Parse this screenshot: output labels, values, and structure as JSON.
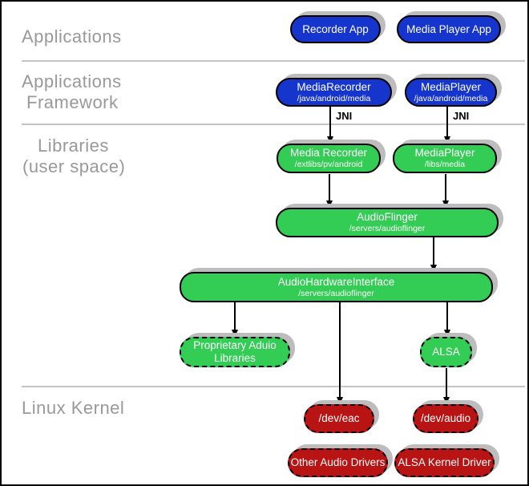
{
  "colors": {
    "blue": "#1535cc",
    "green": "#33cc55",
    "red": "#b81414",
    "shadow": "#bdbdbd",
    "divider": "#c4c4c4",
    "label": "#999999"
  },
  "layers": {
    "applications": "Applications",
    "framework_line1": "Applications",
    "framework_line2": "Framework",
    "libraries_line1": "Libraries",
    "libraries_line2": "(user space)",
    "kernel": "Linux Kernel"
  },
  "nodes": {
    "recorder_app": {
      "label": "Recorder App"
    },
    "media_player_app": {
      "label": "Media Player App"
    },
    "media_recorder_fw": {
      "label": "MediaRecorder",
      "sub": "/java/android/media"
    },
    "media_player_fw": {
      "label": "MediaPlayer",
      "sub": "/java/android/media"
    },
    "media_recorder_lib": {
      "label": "Media Recorder",
      "sub": "/extlibs/pv/android"
    },
    "media_player_lib": {
      "label": "MediaPlayer",
      "sub": "/libs/media"
    },
    "audio_flinger": {
      "label": "AudioFlinger",
      "sub": "/servers/audioflinger"
    },
    "audio_hardware_interface": {
      "label": "AudioHardwareInterface",
      "sub": "/servers/audioflinger"
    },
    "proprietary_audio": {
      "label": "Proprietary Aduio",
      "label2": "Libraries"
    },
    "alsa": {
      "label": "ALSA"
    },
    "dev_eac": {
      "label": "/dev/eac"
    },
    "dev_audio": {
      "label": "/dev/audio"
    },
    "other_audio_drivers": {
      "label": "Other Audio Drivers"
    },
    "alsa_kernel_driver": {
      "label": "ALSA Kernel Driver"
    }
  },
  "edges": {
    "jni_left": "JNI",
    "jni_right": "JNI"
  }
}
